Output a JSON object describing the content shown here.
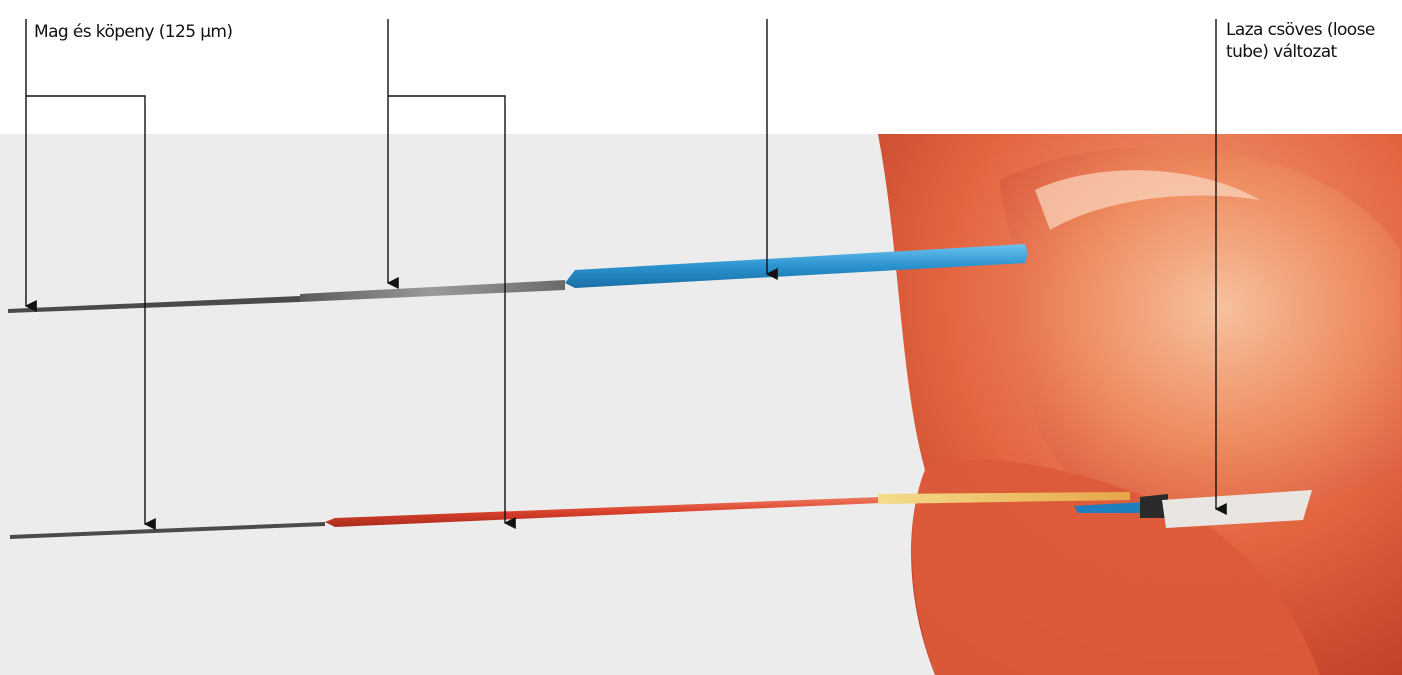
{
  "labels": {
    "core_cladding": "Mag és köpeny (125 µm)",
    "loose_tube_line1": "Laza csöves (loose",
    "loose_tube_line2": "tube) változat"
  },
  "colors": {
    "background_panel": "#ececec",
    "tight_buffer": "#2a93cf",
    "red_coating": "#d8402b",
    "glass_fiber": "#4a4a4a",
    "yellow_tube": "#e8c35a",
    "skin": "#e8845a",
    "leader_line": "#111111"
  },
  "icons": [
    "arrow-down-icon"
  ]
}
